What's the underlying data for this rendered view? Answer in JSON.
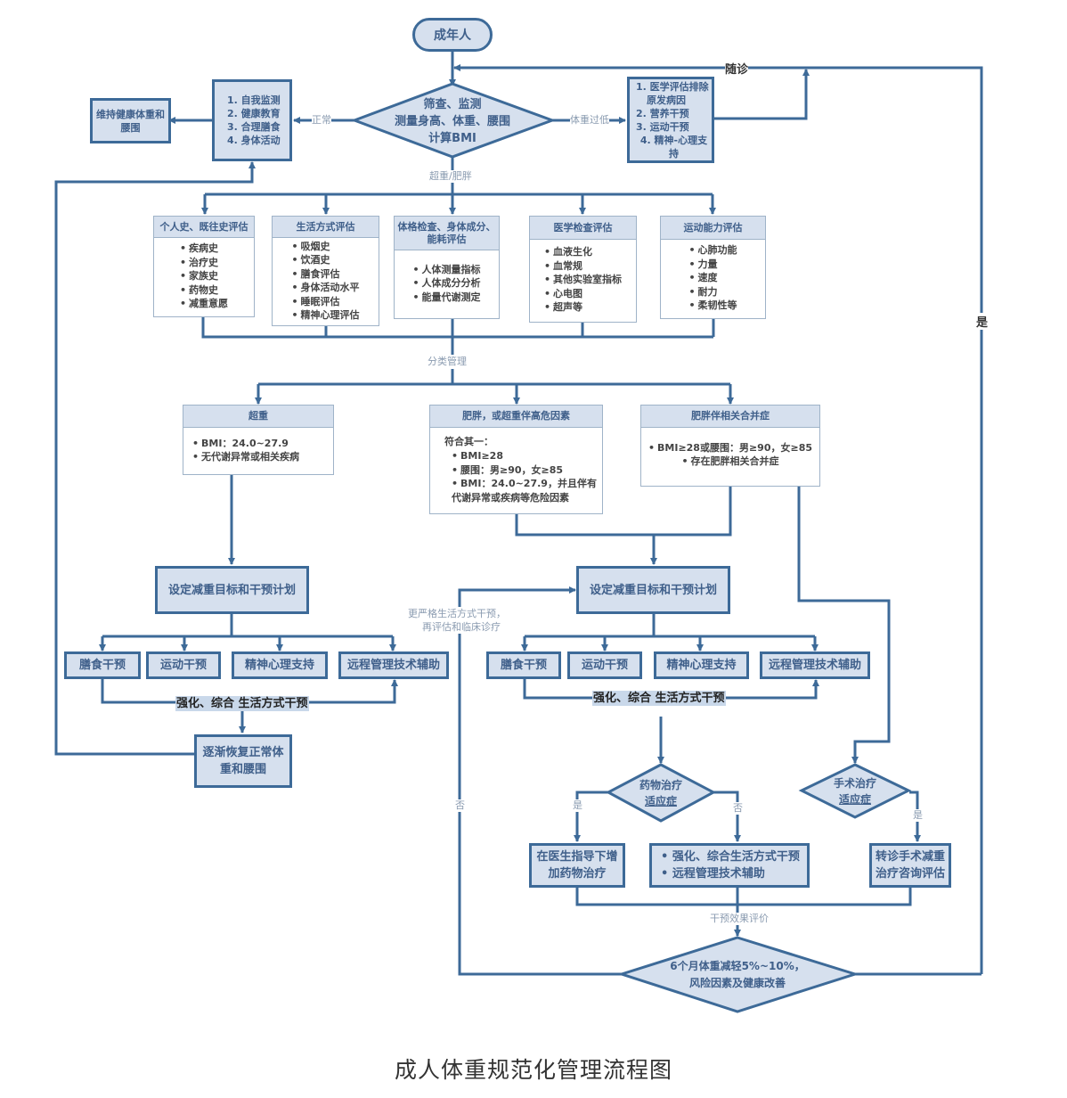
{
  "caption": "成人体重规范化管理流程图",
  "start": "成年人",
  "screening": {
    "line1": "筛查、监测",
    "line2": "测量身高、体重、腰围",
    "line3": "计算BMI"
  },
  "edge_labels": {
    "normal": "正常",
    "underweight": "体重过低",
    "overweight_obese": "超重/肥胖",
    "classify": "分类管理",
    "follow_up": "随诊",
    "stricter": [
      "更严格生活方式干预，",
      "再评估和临床诊疗"
    ],
    "evaluation": "干预效果评价",
    "yes": "是",
    "no": "否"
  },
  "normal_actions": [
    "1. 自我监测",
    "2. 健康教育",
    "3. 合理膳食",
    "4. 身体活动"
  ],
  "maintain": "维持健康体重和腰围",
  "underweight_actions": [
    "1. 医学评估排除",
    "原发病因",
    "2. 营养干预",
    "3. 运动干预",
    "4. 精神-心理支持"
  ],
  "assessments": [
    {
      "title": "个人史、既往史评估",
      "items": [
        "疾病史",
        "治疗史",
        "家族史",
        "药物史",
        "减重意愿"
      ]
    },
    {
      "title": "生活方式评估",
      "items": [
        "吸烟史",
        "饮酒史",
        "膳食评估",
        "身体活动水平",
        "睡眠评估",
        "精神心理评估"
      ]
    },
    {
      "title": "体格检查、身体成分、能耗评估",
      "items": [
        "人体测量指标",
        "人体成分分析",
        "能量代谢测定"
      ]
    },
    {
      "title": "医学检查评估",
      "items": [
        "血液生化",
        "血常规",
        "其他实验室指标",
        "心电图",
        "超声等"
      ]
    },
    {
      "title": "运动能力评估",
      "items": [
        "心肺功能",
        "力量",
        "速度",
        "耐力",
        "柔韧性等"
      ]
    }
  ],
  "categories": [
    {
      "title": "超重",
      "intro": "",
      "items": [
        "BMI：24.0~27.9",
        "无代谢异常或相关疾病"
      ]
    },
    {
      "title": "肥胖，或超重伴高危因素",
      "intro": "符合其一：",
      "items": [
        "BMI≥28",
        "腰围：男≥90，女≥85",
        "BMI：24.0~27.9，并且伴有",
        "代谢异常或疾病等危险因素"
      ]
    },
    {
      "title": "肥胖伴相关合并症",
      "intro": "",
      "items": [
        "BMI≥28或腰围：男≥90，女≥85",
        "存在肥胖相关合并症"
      ]
    }
  ],
  "plan": "设定减重目标和干预计划",
  "interventions": [
    "膳食干预",
    "运动干预",
    "精神心理支持",
    "远程管理技术辅助"
  ],
  "intensify": "强化、综合 生活方式干预",
  "recover": [
    "逐渐恢复正常体",
    "重和腰围"
  ],
  "drug_decision": [
    "药物治疗",
    "适应症"
  ],
  "surgery_decision": [
    "手术治疗",
    "适应症"
  ],
  "drug_yes": [
    "在医生指导下增",
    "加药物治疗"
  ],
  "drug_no": [
    "强化、综合生活方式干预",
    "远程管理技术辅助"
  ],
  "surgery_yes": [
    "转诊手术减重",
    "治疗咨询评估"
  ],
  "outcome": [
    "6个月体重减轻5%~10%，",
    "风险因素及健康改善"
  ],
  "colors": {
    "line": "#3d6a98",
    "fill": "#d6e0ee",
    "text": "#3f5f8a",
    "card_border": "#9fb3c8"
  }
}
